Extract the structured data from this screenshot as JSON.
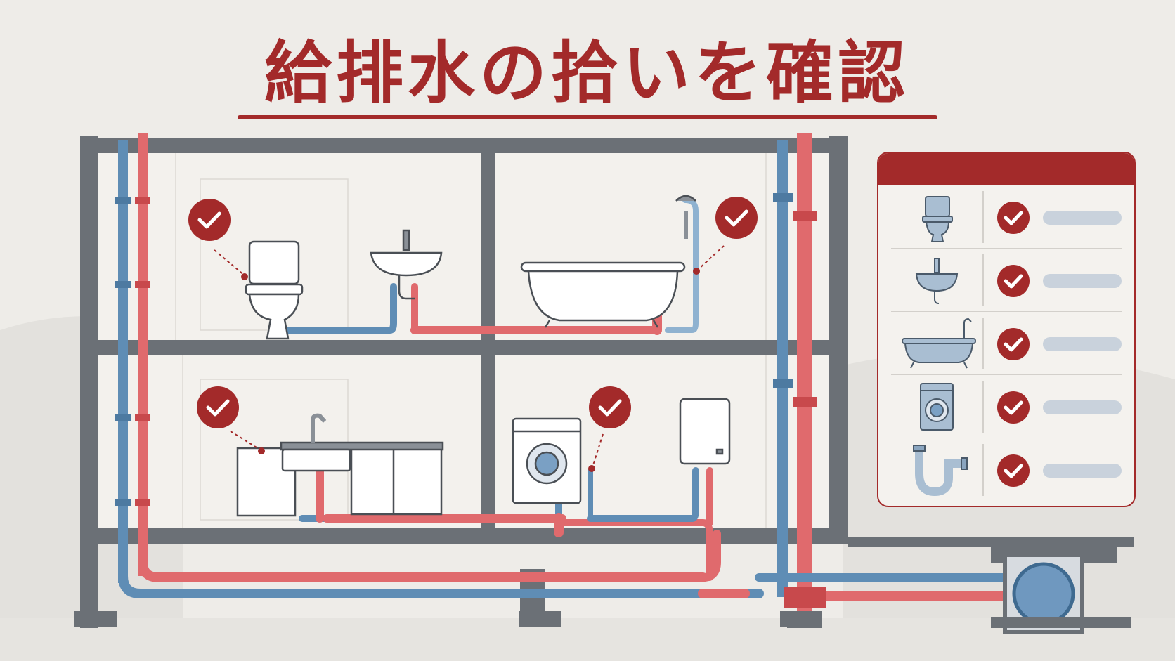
{
  "title": "給排水の拾いを確認",
  "colors": {
    "accent": "#a32a2a",
    "supply_pipe": "#e06a6d",
    "drain_pipe": "#5f8db5",
    "structure": "#6b7076",
    "background": "#eeece8"
  },
  "fixtures": [
    {
      "id": "toilet",
      "icon": "toilet-icon",
      "checked": true
    },
    {
      "id": "washbasin",
      "icon": "washbasin-icon",
      "checked": true
    },
    {
      "id": "bathtub",
      "icon": "bathtub-icon",
      "checked": true
    },
    {
      "id": "kitchen-sink",
      "icon": "kitchen-sink-icon",
      "checked": true
    },
    {
      "id": "washing-machine",
      "icon": "washing-machine-icon",
      "checked": true
    },
    {
      "id": "water-heater",
      "icon": "water-heater-icon",
      "checked": false
    }
  ],
  "checklist": [
    {
      "icon": "toilet-icon",
      "checked": true
    },
    {
      "icon": "washbasin-icon",
      "checked": true
    },
    {
      "icon": "bathtub-icon",
      "checked": true
    },
    {
      "icon": "washing-machine-icon",
      "checked": true
    },
    {
      "icon": "p-trap-icon",
      "checked": true
    }
  ]
}
